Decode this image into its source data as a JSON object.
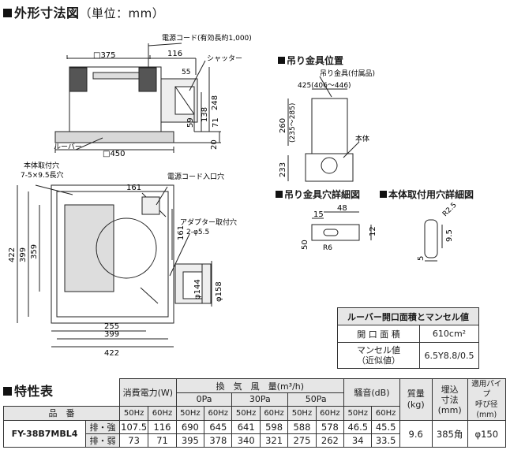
{
  "titles": {
    "outline": "外形寸法図",
    "outline_unit": "（単位：mm）",
    "hanger_pos": "吊り金具位置",
    "hanger_hole": "吊り金具穴詳細図",
    "body_hole": "本体取付用穴詳細図",
    "spec": "特性表"
  },
  "side_view": {
    "labels": {
      "power_cord": "電源コード(有効長約1,000)",
      "shutter": "シャッター",
      "louver": "ルーバー"
    },
    "dims": {
      "w375": "□375",
      "w116": "116",
      "d55": "55",
      "h248": "248",
      "h138": "138",
      "h59": "59",
      "h71": "71",
      "h20": "20",
      "w450": "□450"
    }
  },
  "top_view": {
    "labels": {
      "mount_hole": "本体取付穴",
      "mount_hole_size": "7-5×9.5長穴",
      "cord_inlet": "電源コード入口穴",
      "adapter_hole": "アダプター取付穴",
      "adapter_hole_size": "2-φ5.5"
    },
    "dims": {
      "d161a": "161",
      "d161b": "161",
      "d422v": "422",
      "d399v": "399",
      "d359v": "359",
      "d255": "255",
      "d399h": "399",
      "d422h": "422",
      "phi144": "φ144",
      "phi158": "φ158"
    }
  },
  "hanger_view": {
    "labels": {
      "fitting": "吊り金具(付属品)",
      "body": "本体"
    },
    "dims": {
      "d425": "425(406〜446)",
      "d260": "260",
      "d260r": "(235〜285)",
      "d233": "233"
    }
  },
  "hole_detail": {
    "dims": {
      "d15": "15",
      "d48": "48",
      "d12": "12",
      "d50": "50",
      "r6": "R6"
    }
  },
  "body_hole_detail": {
    "dims": {
      "r25": "R2.5",
      "d95": "9.5",
      "d5": "5"
    }
  },
  "louver_table": {
    "title": "ルーバー開口面積とマンセル値",
    "rows": [
      {
        "label": "開 口 面 積",
        "value": "610cm²"
      },
      {
        "label": "マンセル値\n（近似値）",
        "value": "6.5Y8.8/0.5"
      }
    ]
  },
  "spec_table": {
    "headers": {
      "power": "消費電力(W)",
      "airflow": "換　気　風　量(m³/h)",
      "noise": "騒音(dB)",
      "mass": "質量\n(kg)",
      "embed": "埋込\n寸法\n(mm)",
      "pipe": "適用パイプ\n呼び径\n(mm)",
      "product": "品　番",
      "pa0": "0Pa",
      "pa30": "30Pa",
      "pa50": "50Pa",
      "hz50": "50Hz",
      "hz60": "60Hz"
    },
    "model": "FY-38B7MBL4",
    "rows": [
      {
        "mode": "排・強",
        "values": [
          "107.5",
          "116",
          "690",
          "645",
          "641",
          "598",
          "588",
          "578",
          "46.5",
          "45.5"
        ]
      },
      {
        "mode": "排・弱",
        "values": [
          "73",
          "71",
          "395",
          "378",
          "340",
          "321",
          "275",
          "262",
          "34",
          "33.5"
        ]
      }
    ],
    "mass": "9.6",
    "embed": "385角",
    "pipe": "φ150"
  }
}
